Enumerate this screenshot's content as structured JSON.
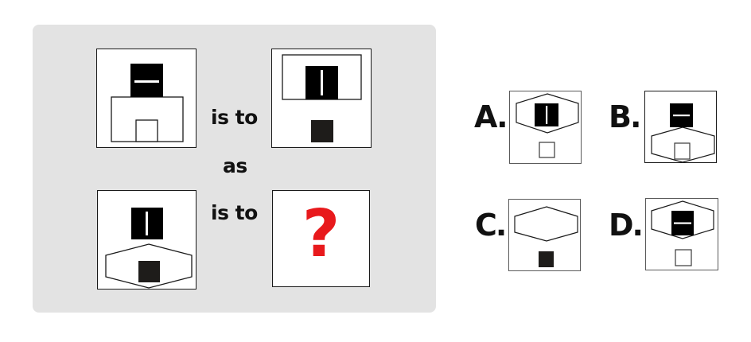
{
  "puzzle": {
    "connectors": {
      "top_relation": "is to",
      "middle": "as",
      "bottom_relation": "is to"
    },
    "figures": [
      {
        "id": "figure-1",
        "description": "black square with white horizontal bar above a large rectangle containing a small white square"
      },
      {
        "id": "figure-2",
        "description": "rectangle containing black square with white vertical bar, dark small square below"
      },
      {
        "id": "figure-3",
        "description": "black square with white vertical bar above a hexagon containing a dark small square"
      },
      {
        "id": "figure-4",
        "description": "unknown answer"
      }
    ],
    "unknown_symbol": "?",
    "unknown_color": "#e8191c"
  },
  "options": [
    {
      "label": "A.",
      "description": "hexagon containing black square with white vertical bar, small white square below"
    },
    {
      "label": "B.",
      "description": "black square with white horizontal bar above hexagon containing small white square"
    },
    {
      "label": "C.",
      "description": "empty hexagon, dark small square below"
    },
    {
      "label": "D.",
      "description": "hexagon containing black square with white horizontal bar, small white square below"
    }
  ],
  "colors": {
    "panel_bg": "#e3e3e3",
    "black_fill": "#000000",
    "dark_fill": "#1e1c1a",
    "line": "#1a1a1a"
  }
}
